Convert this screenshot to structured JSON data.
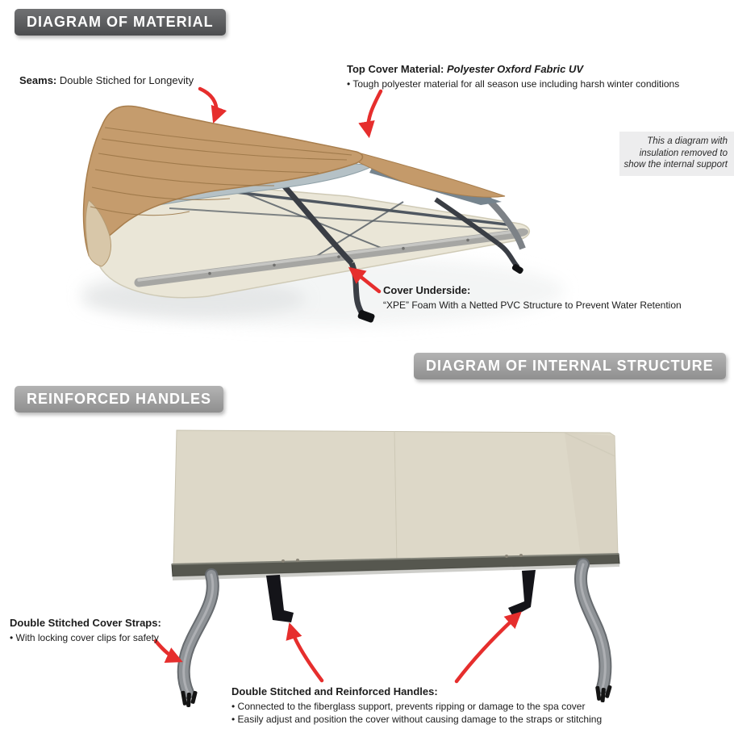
{
  "headers": {
    "material": "DIAGRAM OF MATERIAL",
    "internal_structure": "DIAGRAM OF INTERNAL STRUCTURE",
    "reinforced_handles": "REINFORCED HANDLES"
  },
  "material_diagram": {
    "seams": {
      "label": "Seams:",
      "text": " Double Stiched for Longevity"
    },
    "top_cover": {
      "label": "Top Cover Material: ",
      "label_italic": "Polyester Oxford Fabric UV",
      "bullet": "• Tough polyester material for all season use including harsh winter conditions"
    },
    "note": "This a diagram with insulation removed to show the internal support",
    "underside": {
      "label": "Cover Underside:",
      "text": "“XPE” Foam With a Netted PVC Structure to Prevent Water Retention"
    }
  },
  "handles_diagram": {
    "straps": {
      "label": "Double Stitched Cover Straps:",
      "bullet": "• With locking cover clips for safety"
    },
    "handles": {
      "label": "Double Stitched and Reinforced Handles:",
      "bullet1": "• Connected to the fiberglass support, prevents ripping or damage to the spa cover",
      "bullet2": "• Easily adjust and position the cover without causing damage to the straps or stitching"
    }
  },
  "colors": {
    "arrow_red": "#e62e2d",
    "badge_dark": "#4c4d4f",
    "badge_light": "#9d9d9d",
    "fabric_tan": "#c59c6d",
    "fabric_underside_tan": "#d8c7a9",
    "foam_beige": "#eae6d7",
    "panel_beige": "#ddd8c8",
    "bar_gray": "#a6a6a3",
    "bottom_bar_olive": "#56574f",
    "strap_gray": "#8f9397",
    "liner_blue_gray": "#b5c1c6",
    "handle_black": "#141419",
    "note_bg": "#ededee"
  }
}
